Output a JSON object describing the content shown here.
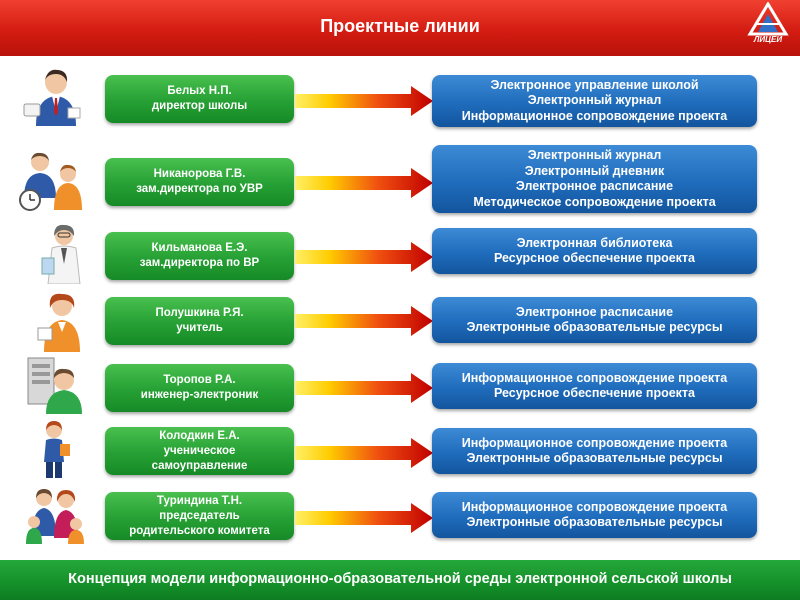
{
  "header": {
    "title": "Проектные линии",
    "logo_text": "ЛИЦЕЙ"
  },
  "footer": {
    "text": "Концепция модели информационно-образовательной среды электронной сельской школы"
  },
  "colors": {
    "header_red": "#d41c12",
    "footer_green": "#15902a",
    "person_box": "#26a034",
    "task_box": "#1f6cbc",
    "arrow_start": "#ffe000",
    "arrow_end": "#c40000"
  },
  "rows": [
    {
      "icon": "businessman-icon",
      "person": [
        "Белых Н.П.",
        "директор школы"
      ],
      "tasks": [
        "Электронное управление школой",
        "Электронный журнал",
        "Информационное сопровождение проекта"
      ]
    },
    {
      "icon": "teacher-with-student-icon",
      "person": [
        "Никанорова Г.В.",
        "зам.директора по УВР"
      ],
      "tasks": [
        "Электронный журнал",
        "Электронный дневник",
        "Электронное расписание",
        "Методическое сопровождение проекта"
      ]
    },
    {
      "icon": "woman-in-white-coat-icon",
      "person": [
        "Кильманова Е.Э.",
        "зам.директора по ВР"
      ],
      "tasks": [
        "Электронная библиотека",
        "Ресурсное обеспечение проекта"
      ]
    },
    {
      "icon": "teacher-icon",
      "person": [
        "Полушкина Р.Я.",
        "учитель"
      ],
      "tasks": [
        "Электронное расписание",
        "Электронные образовательные ресурсы"
      ]
    },
    {
      "icon": "engineer-with-server-icon",
      "person": [
        "Торопов Р.А.",
        "инженер-электроник"
      ],
      "tasks": [
        "Информационное сопровождение проекта",
        "Ресурсное обеспечение проекта"
      ]
    },
    {
      "icon": "student-icon",
      "person": [
        "Колодкин  Е.А.",
        "ученическое",
        "самоуправление"
      ],
      "tasks": [
        "Информационное сопровождение проекта",
        "Электронные образовательные ресурсы"
      ]
    },
    {
      "icon": "family-icon",
      "person": [
        "Туриндина Т.Н.",
        "председатель",
        "родительского комитета"
      ],
      "tasks": [
        "Информационное сопровождение проекта",
        "Электронные образовательные ресурсы"
      ]
    }
  ]
}
